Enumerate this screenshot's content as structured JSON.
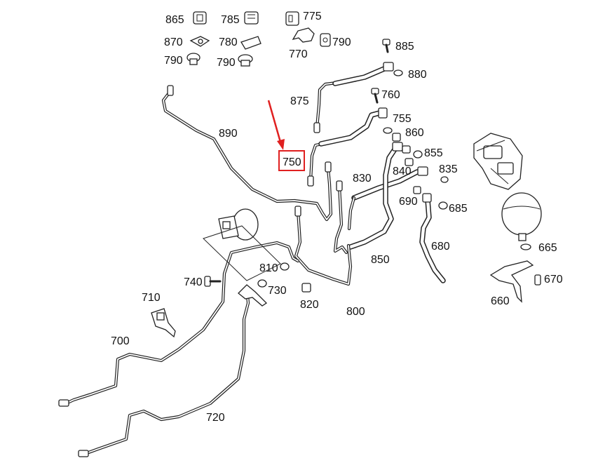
{
  "labels": {
    "p865": "865",
    "p785": "785",
    "p775": "775",
    "p870": "870",
    "p780": "780",
    "p770": "770",
    "p790a": "790",
    "p790b": "790",
    "p790c": "790",
    "p885": "885",
    "p880": "880",
    "p875": "875",
    "p760": "760",
    "p755": "755",
    "p860": "860",
    "p855": "855",
    "p890": "890",
    "p750": "750",
    "p840": "840",
    "p835": "835",
    "p830": "830",
    "p690": "690",
    "p685": "685",
    "p680": "680",
    "p850": "850",
    "p665": "665",
    "p670": "670",
    "p660": "660",
    "p810": "810",
    "p740": "740",
    "p730": "730",
    "p820": "820",
    "p800": "800",
    "p710": "710",
    "p700": "700",
    "p720": "720"
  },
  "highlight": {
    "part": "750",
    "color": "#e02020"
  },
  "colors": {
    "line": "#222222",
    "highlight": "#e02020"
  }
}
